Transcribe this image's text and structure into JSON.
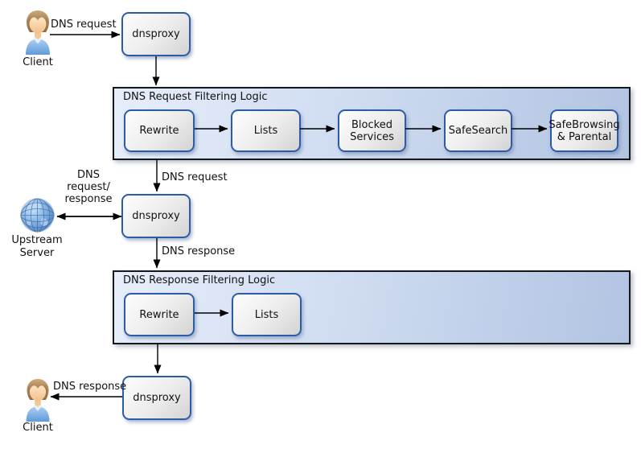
{
  "colors": {
    "container_fill_left": "#e7eefa",
    "container_fill_right": "#b2c4e2",
    "container_border": "#15181d",
    "node_border": "#2d5ca6",
    "node_fill_top": "#fdfdfd",
    "node_fill_bottom": "#d3d3d3",
    "arrow": "#000000",
    "client_shirt": "#6fa5e0",
    "globe_blue": "#6f9fd8"
  },
  "icons": {
    "client_top": "person-icon",
    "upstream": "globe-icon",
    "client_bottom": "person-icon"
  },
  "top": {
    "client": "Client",
    "edge": "DNS request",
    "proxy": "dnsproxy"
  },
  "request_logic": {
    "title": "DNS Request Filtering Logic",
    "steps": [
      {
        "label": "Rewrite"
      },
      {
        "label": "Lists"
      },
      {
        "label": "Blocked\nServices"
      },
      {
        "label": "SafeSearch"
      },
      {
        "label": "SafeBrowsing\n& Parental"
      }
    ]
  },
  "middle": {
    "edge_request": "DNS request",
    "upstream": "Upstream\nServer",
    "edge_upstream": "DNS\nrequest/\nresponse",
    "proxy": "dnsproxy",
    "edge_response": "DNS response"
  },
  "response_logic": {
    "title": "DNS Response Filtering Logic",
    "steps": [
      {
        "label": "Rewrite"
      },
      {
        "label": "Lists"
      }
    ]
  },
  "bottom": {
    "proxy": "dnsproxy",
    "edge": "DNS response",
    "client": "Client"
  }
}
